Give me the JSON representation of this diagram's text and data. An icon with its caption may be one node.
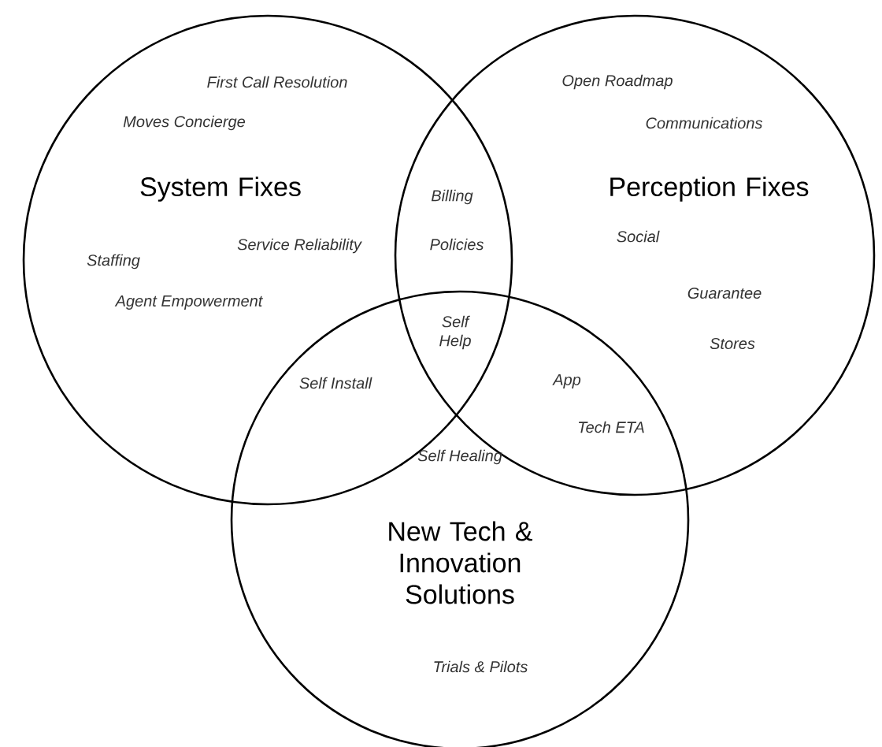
{
  "diagram": {
    "nodes": [
      {
        "text": [
          "First Call Resolution",
          "Moves Concierge",
          "System Fixes",
          "Service Reliability",
          "Staffing",
          "Agent Empowerment"
        ]
      },
      {
        "text": [
          "Open Roadmap",
          "Communications",
          "Perception Fixes",
          "Social",
          "Guarantee",
          "Stores"
        ]
      },
      {
        "text": [
          "Self Healing",
          "New Tech & Innovation Solutions",
          "Trials & Pilots"
        ]
      }
    ],
    "labels": [
      "Billing",
      "Policies",
      "Self Help",
      "Self Install",
      "App",
      "Tech ETA"
    ]
  }
}
